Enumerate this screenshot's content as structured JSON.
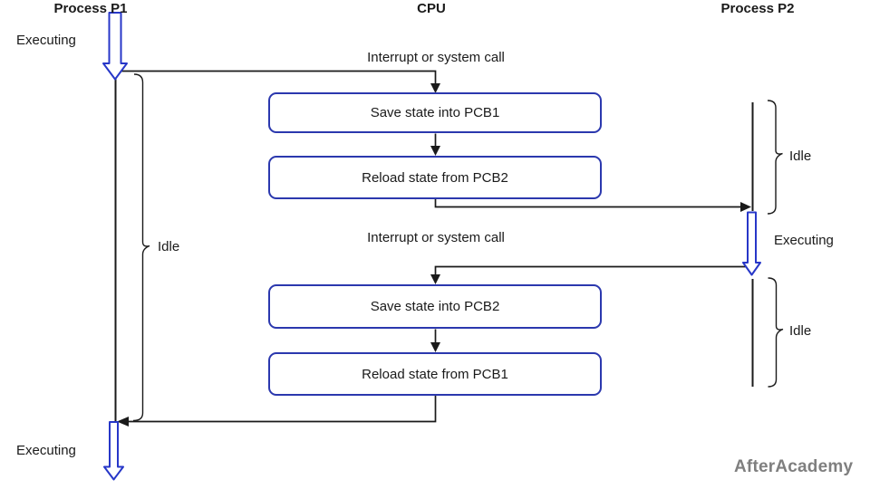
{
  "colors": {
    "arrow-blue": "#2737c8",
    "box-blue": "#2b38ae",
    "line-black": "#1a1a1a",
    "watermark-gray": "#7f7f7f"
  },
  "headers": {
    "process_p1": "Process P1",
    "cpu": "CPU",
    "process_p2": "Process P2"
  },
  "p1_timeline": {
    "executing_top": "Executing",
    "idle": "Idle",
    "executing_bottom": "Executing"
  },
  "p2_timeline": {
    "idle_upper": "Idle",
    "executing": "Executing",
    "idle_lower": "Idle"
  },
  "cpu_flow": {
    "interrupt_1": "Interrupt or system call",
    "box_1": "Save state into PCB1",
    "box_2": "Reload state from PCB2",
    "interrupt_2": "Interrupt or system call",
    "box_3": "Save state into PCB2",
    "box_4": "Reload state from PCB1"
  },
  "watermark": "AfterAcademy"
}
